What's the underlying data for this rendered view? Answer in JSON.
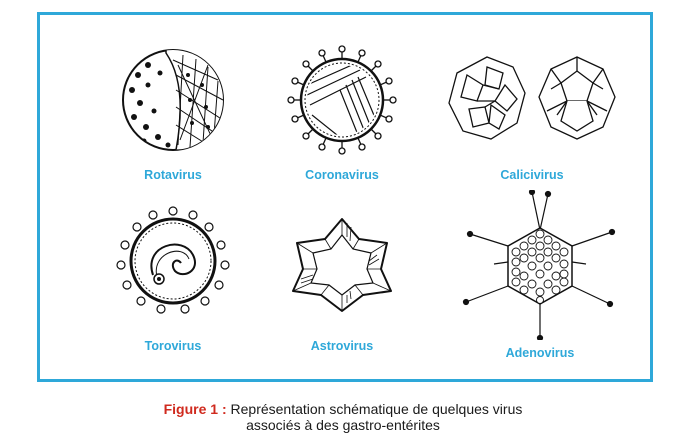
{
  "colors": {
    "frame": "#2ea8d9",
    "label": "#2ea8d9",
    "figure": "#d02a1e",
    "ink": "#1a1a1a"
  },
  "viruses": [
    {
      "name": "Rotavirus",
      "icon": "rotavirus-icon"
    },
    {
      "name": "Coronavirus",
      "icon": "coronavirus-icon"
    },
    {
      "name": "Calicivirus",
      "icon": "calicivirus-icon"
    },
    {
      "name": "Torovirus",
      "icon": "torovirus-icon"
    },
    {
      "name": "Astrovirus",
      "icon": "astrovirus-icon"
    },
    {
      "name": "Adenovirus",
      "icon": "adenovirus-icon"
    }
  ],
  "caption": {
    "figure_label": "Figure 1 :",
    "line1": "Représentation schématique de quelques virus",
    "line2": "associés à des gastro-entérites"
  }
}
